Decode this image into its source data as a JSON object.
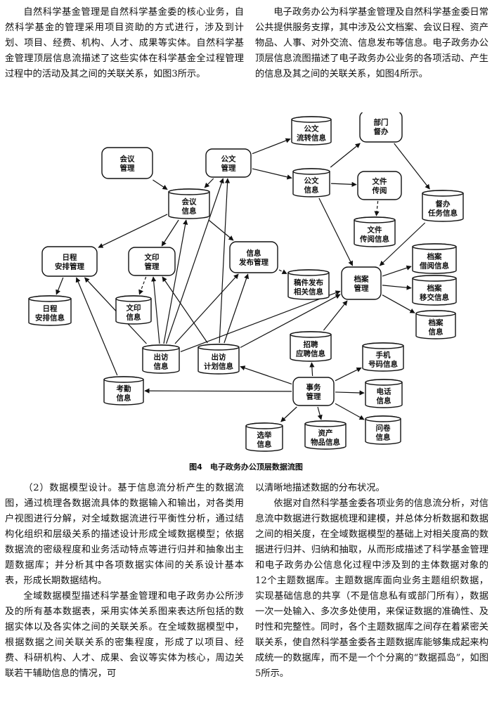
{
  "text": {
    "top_left": "自然科学基金管理是自然科学基金委的核心业务，自然科学基金的管理采用项目资助的方式进行，涉及到计划、项目、经费、机构、人才、成果等实体。自然科学基金管理顶层信息流描述了这些实体在科学基金全过程管理过程中的活动及其之间的关联关系，如图3所示。",
    "top_right": "电子政务办公为科学基金管理及自然科学基金委日常公共提供服务支撑，其中涉及公文档案、会议日程、资产物品、人事、对外交流、信息发布等信息。电子政务办公顶层信息流图描述了电子政务办公业务的各项活动、产生的信息及其之间的关联关系，如图4所示。",
    "bottom_left_p1": "（2）数据模型设计。基于信息流分析产生的数据流图，通过梳理各数据流具体的数据输入和输出，对各类用户视图进行分解，对全域数据流进行平衡性分析，通过结构化组织和层级关系的描述设计形成全域数据模型；依据数据流的密级程度和业务活动特点等进行归并和抽象出主题数据库；并分析其中各项数据实体间的关系设计基本表，形成长期数据结构。",
    "bottom_left_p2": "全域数据模型描述科学基金管理和电子政务办公所涉及的所有基本数据表，采用实体关系图来表达所包括的数据实体以及各实体之间的关联关系。在全域数据模型中，根据数据之间关联关系的密集程度，形成了以项目、经费、科研机构、人才、成果、会议等实体为核心，周边关联若干辅助信息的情况，可",
    "bottom_right_p1": "以清晰地描述数据的分布状况。",
    "bottom_right_p2": "依据对自然科学基金委各项业务的信息流分析，对信息流中数据进行数据梳理和建模，并总体分析数据和数据之间的相关度，在全域数据模型的基础上对相关度高的数据进行归并、归纳和抽取，从而形成描述了科学基金管理和电子政务办公信息化过程中涉及到的主体数据对象的12个主题数据库。主题数据库面向业务主题组织数据，实现基础信息的共享（不是信息私有或部门所有），数据一次一处输入、多次多处使用，来保证数据的准确性、及时性和完整性。同时，各个主题数据库之间存在着紧密关联关系，使自然科学基金委各主题数据库能够集成起来构成统一的数据库，而不是一个个分离的“数据孤岛”，如图5所示。"
  },
  "figure": {
    "caption": "图4　电子政务办公顶层数据流图",
    "nodes": {
      "hyi_gl": [
        "会议",
        "管理"
      ],
      "gw_gl": [
        "公文",
        "管理"
      ],
      "gw_lz": [
        "公文",
        "流转信息"
      ],
      "bm_db": [
        "部门",
        "督办"
      ],
      "hyi_xx": [
        "会议",
        "信息"
      ],
      "gw_xx": [
        "公文",
        "信息"
      ],
      "wj_cy": [
        "文件",
        "传阅"
      ],
      "db_rw": [
        "督办",
        "任务信息"
      ],
      "wj_cyxx": [
        "文件",
        "传阅信息"
      ],
      "rc_gl": [
        "日程",
        "安排管理"
      ],
      "wy_gl": [
        "文印",
        "管理"
      ],
      "xx_fb": [
        "信息",
        "发布管理"
      ],
      "gj_fb": [
        "稿件发布",
        "相关信息"
      ],
      "da_gl": [
        "档案",
        "管理"
      ],
      "da_jy": [
        "档案",
        "借阅信息"
      ],
      "da_yj": [
        "档案",
        "移交信息"
      ],
      "da_xx": [
        "档案",
        "信息"
      ],
      "rc_xx": [
        "日程",
        "安排信息"
      ],
      "wy_xx": [
        "文印",
        "信息"
      ],
      "zp_xx": [
        "招聘",
        "应聘信息"
      ],
      "cf_xx": [
        "出访",
        "信息"
      ],
      "cf_jh": [
        "出访",
        "计划信息"
      ],
      "sj_hm": [
        "手机",
        "号码信息"
      ],
      "kq_xx": [
        "考勤",
        "信息"
      ],
      "sw_gl": [
        "事务",
        "管理"
      ],
      "dh_xx": [
        "电话",
        "信息"
      ],
      "wj_xx": [
        "问卷",
        "信息"
      ],
      "xj_xx": [
        "选举",
        "信息"
      ],
      "zc_xx": [
        "资产",
        "物品信息"
      ]
    }
  }
}
